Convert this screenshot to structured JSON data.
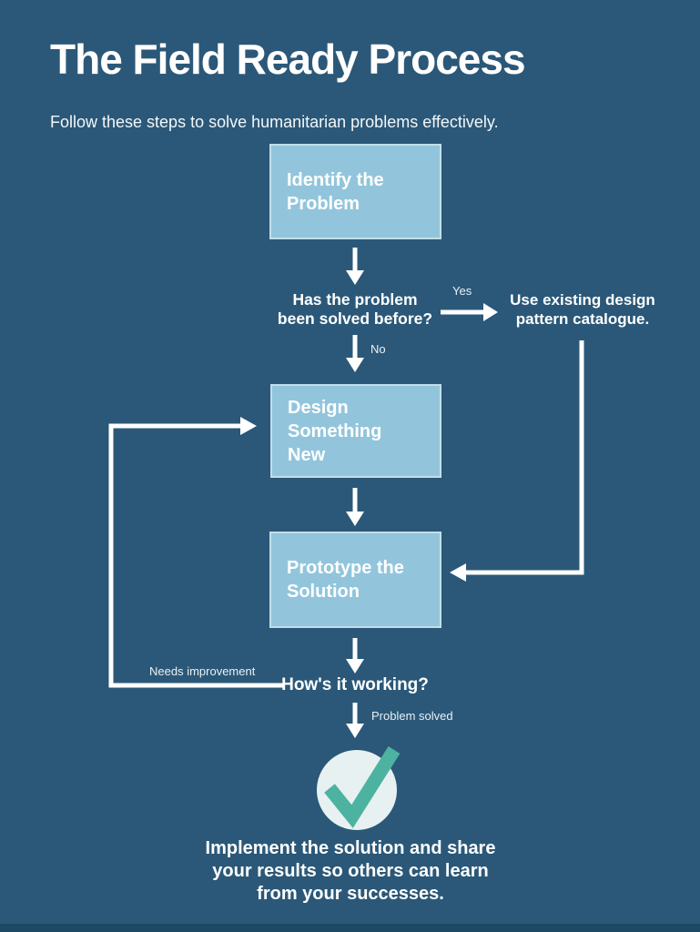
{
  "header": {
    "title": "The Field Ready Process",
    "subtitle": "Follow these steps to solve humanitarian problems effectively."
  },
  "flow": {
    "box_identify": "Identify the\nProblem",
    "question_solved": "Has the problem\nbeen solved before?",
    "label_yes": "Yes",
    "label_no": "No",
    "alt_catalogue": "Use existing design\npattern catalogue.",
    "box_design": "Design\nSomething\nNew",
    "box_prototype": "Prototype the\nSolution",
    "question_working": "How's it working?",
    "label_needs_improvement": "Needs improvement",
    "label_problem_solved": "Problem solved",
    "footer": "Implement the solution and share\nyour results so others can learn\nfrom your successes."
  },
  "colors": {
    "background": "#2b5878",
    "box_fill": "#92c5dc",
    "box_border": "#c2deea",
    "connector": "#ffffff",
    "check_circle_fill": "#e8f1f2",
    "check_mark": "#4db3a0",
    "bottom_strip": "#1d4965"
  }
}
